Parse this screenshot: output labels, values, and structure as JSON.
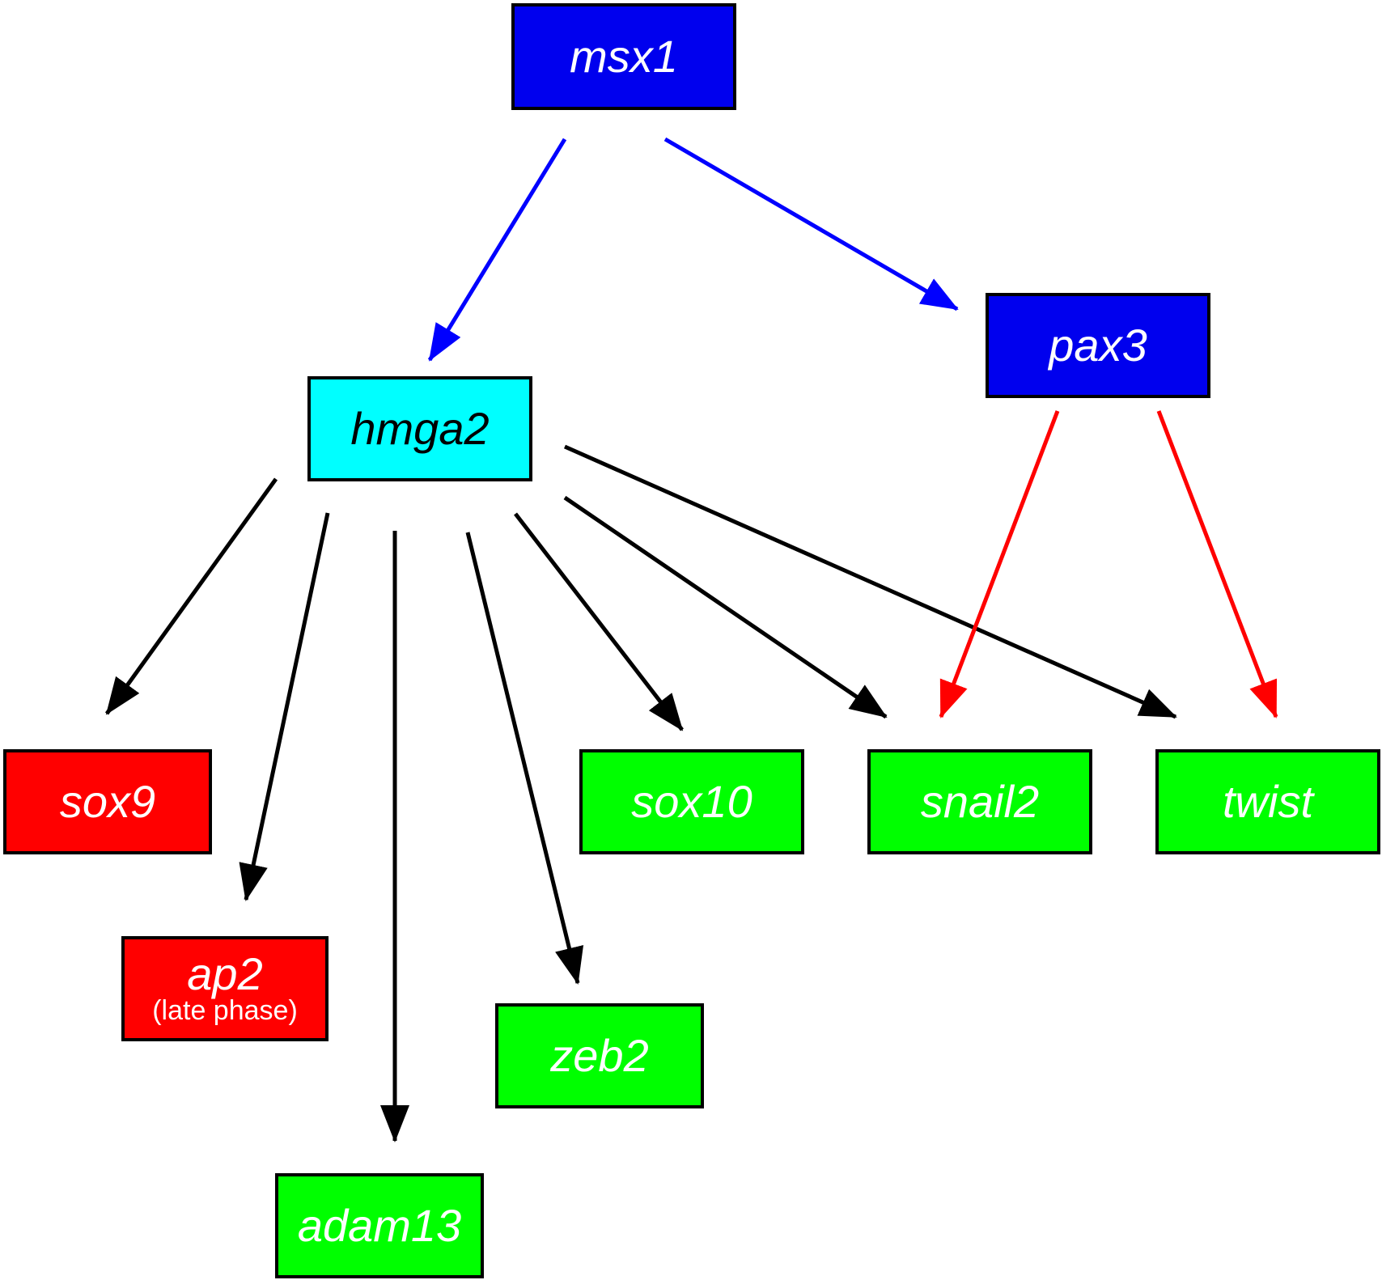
{
  "colors": {
    "blue_node": "#0000ee",
    "cyan_node": "#00ffff",
    "red_node": "#ff0000",
    "green_node": "#00ff00",
    "blue_edge": "#0000ff",
    "black_edge": "#000000",
    "red_edge": "#ff0000"
  },
  "nodes": {
    "msx1": {
      "label": "msx1",
      "color": "blue"
    },
    "pax3": {
      "label": "pax3",
      "color": "blue"
    },
    "hmga2": {
      "label": "hmga2",
      "color": "cyan"
    },
    "sox9": {
      "label": "sox9",
      "color": "red"
    },
    "ap2": {
      "label": "ap2",
      "note": "(late phase)",
      "color": "red"
    },
    "adam13": {
      "label": "adam13",
      "color": "green"
    },
    "zeb2": {
      "label": "zeb2",
      "color": "green"
    },
    "sox10": {
      "label": "sox10",
      "color": "green"
    },
    "snail2": {
      "label": "snail2",
      "color": "green"
    },
    "twist": {
      "label": "twist",
      "color": "green"
    }
  },
  "edges": [
    {
      "from": "msx1",
      "to": "hmga2",
      "color": "blue"
    },
    {
      "from": "msx1",
      "to": "pax3",
      "color": "blue"
    },
    {
      "from": "hmga2",
      "to": "sox9",
      "color": "black"
    },
    {
      "from": "hmga2",
      "to": "ap2",
      "color": "black"
    },
    {
      "from": "hmga2",
      "to": "adam13",
      "color": "black"
    },
    {
      "from": "hmga2",
      "to": "zeb2",
      "color": "black"
    },
    {
      "from": "hmga2",
      "to": "sox10",
      "color": "black"
    },
    {
      "from": "hmga2",
      "to": "snail2",
      "color": "black"
    },
    {
      "from": "hmga2",
      "to": "twist",
      "color": "black"
    },
    {
      "from": "pax3",
      "to": "snail2",
      "color": "red"
    },
    {
      "from": "pax3",
      "to": "twist",
      "color": "red"
    }
  ]
}
